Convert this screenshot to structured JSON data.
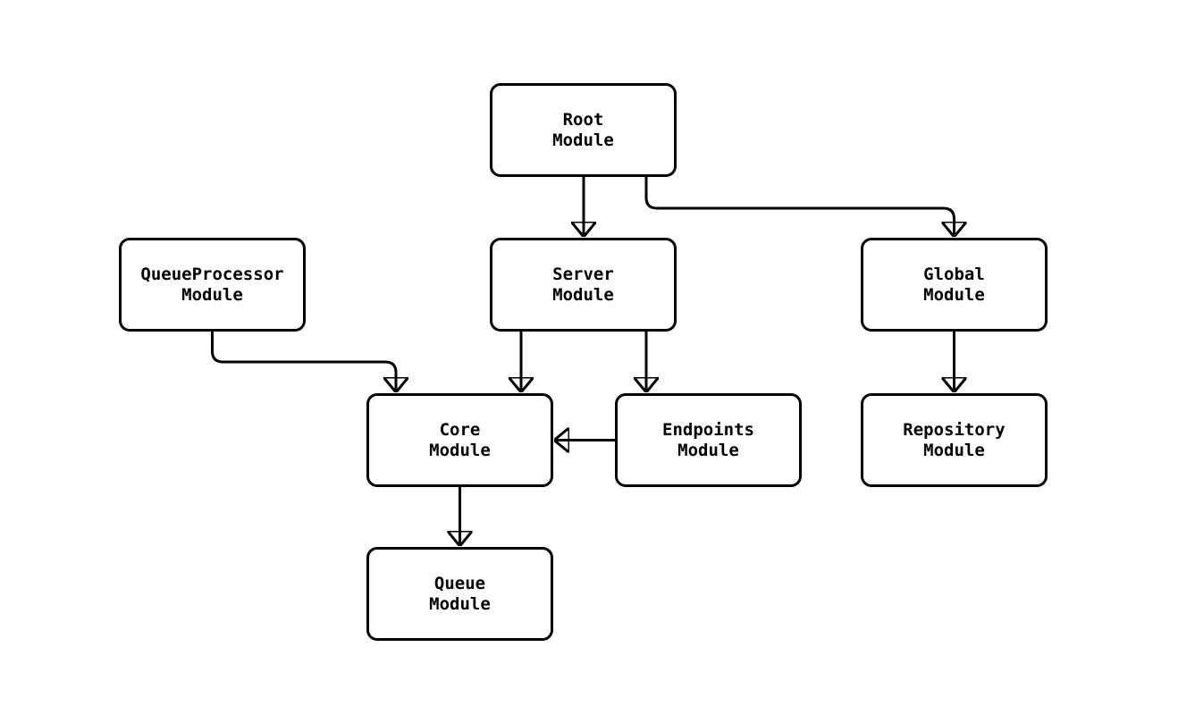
{
  "diagram": {
    "type": "module-dependency-flowchart",
    "background_color": "#ffffff",
    "node_border_color": "#000000",
    "node_fill_color": "#ffffff",
    "edge_color": "#000000",
    "nodes": [
      {
        "id": "root",
        "label": "Root\nModule"
      },
      {
        "id": "queueprocessor",
        "label": "QueueProcessor\nModule"
      },
      {
        "id": "server",
        "label": "Server\nModule"
      },
      {
        "id": "global",
        "label": "Global\nModule"
      },
      {
        "id": "core",
        "label": "Core\nModule"
      },
      {
        "id": "endpoints",
        "label": "Endpoints\nModule"
      },
      {
        "id": "repository",
        "label": "Repository\nModule"
      },
      {
        "id": "queue",
        "label": "Queue\nModule"
      }
    ],
    "edges": [
      {
        "from": "root",
        "to": "server"
      },
      {
        "from": "root",
        "to": "global"
      },
      {
        "from": "queueprocessor",
        "to": "core"
      },
      {
        "from": "server",
        "to": "core"
      },
      {
        "from": "server",
        "to": "endpoints"
      },
      {
        "from": "endpoints",
        "to": "core"
      },
      {
        "from": "global",
        "to": "repository"
      },
      {
        "from": "core",
        "to": "queue"
      }
    ]
  }
}
